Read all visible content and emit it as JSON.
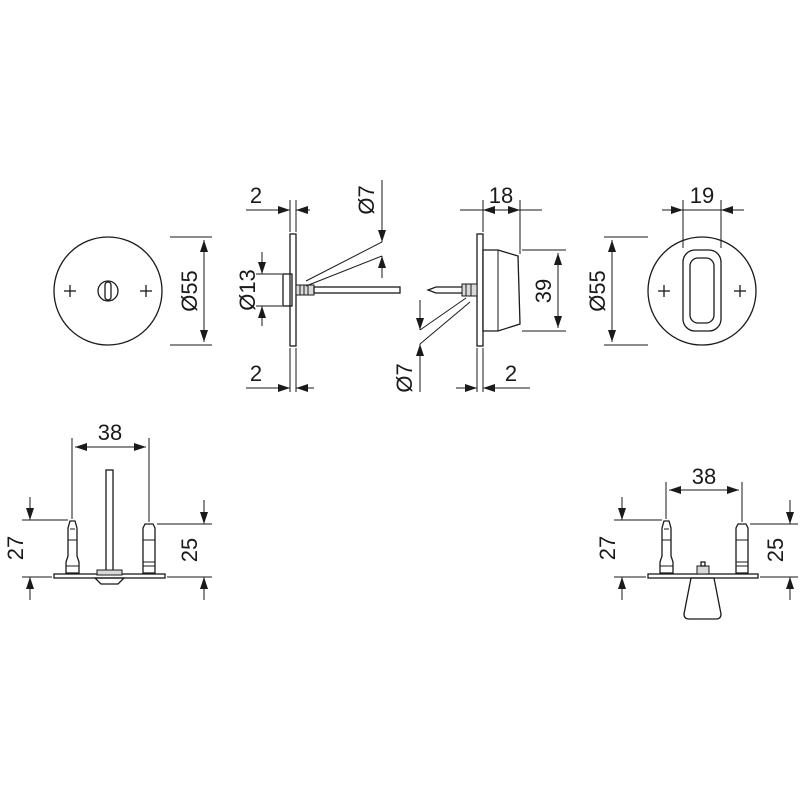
{
  "dimensions": {
    "rosette_diameter_left": "Ø55",
    "plate_thickness_top": "2",
    "plate_thickness_bottom": "2",
    "spindle_hole_diameter": "Ø13",
    "spindle_diameter_upper": "Ø7",
    "spindle_diameter_lower": "Ø7",
    "knob_depth": "18",
    "knob_height": "39",
    "knob_plate_thickness": "2",
    "knob_width": "19",
    "rosette_diameter_right": "Ø55",
    "screw_spacing_left": "38",
    "post_height_left_outer": "27",
    "post_height_left_inner": "25",
    "screw_spacing_right": "38",
    "post_height_right_outer": "27",
    "post_height_right_inner": "25"
  },
  "colors": {
    "line": "#1a1a1a",
    "background": "#ffffff"
  }
}
